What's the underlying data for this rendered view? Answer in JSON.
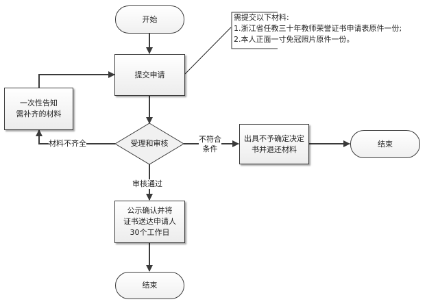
{
  "diagram": {
    "start": "开始",
    "submit": "提交申请",
    "note": {
      "lines": [
        "需提交以下材料:",
        "1.浙江省任教三十年教师荣誉证书申请表原件一份;",
        "2.本人正面一寸免冠照片原件一份。"
      ]
    },
    "notify": [
      "一次性告知",
      "需补齐的材料"
    ],
    "review": "受理和审核",
    "edge_incomplete": "材料不齐全",
    "edge_fail": [
      "不符合",
      "条件"
    ],
    "reject": [
      "出具不予确定决定",
      "书并退还材料"
    ],
    "end_right": "结束",
    "edge_pass": "审核通过",
    "publish": [
      "公示确认并将",
      "证书送达申请人",
      "30个工作日"
    ],
    "end_bottom": "结束"
  }
}
